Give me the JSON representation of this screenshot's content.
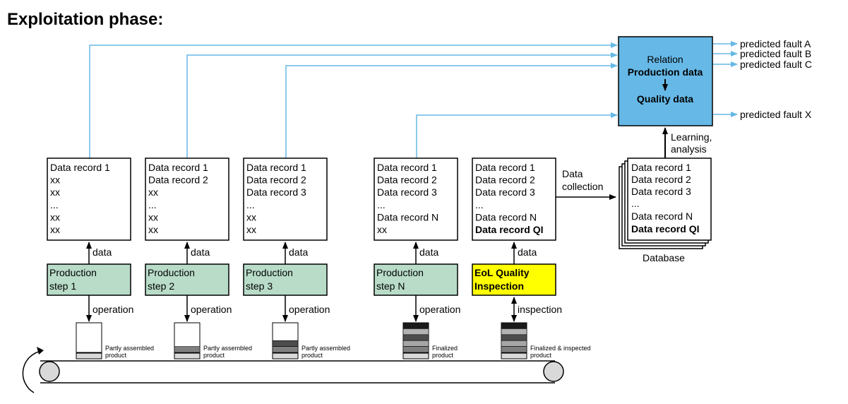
{
  "title": "Exploitation phase:",
  "relation": {
    "line1": "Relation",
    "line2": "Production data",
    "line3": "Quality data"
  },
  "predictions": [
    "predicted fault A",
    "predicted fault B",
    "predicted fault C",
    "predicted fault X"
  ],
  "learning_label": [
    "Learning,",
    "analysis"
  ],
  "collection_label": [
    "Data",
    "collection"
  ],
  "database": {
    "records": [
      "Data record 1",
      "Data record 2",
      "Data record 3",
      "...",
      "Data record N"
    ],
    "qi_record": "Data record QI",
    "label": "Database"
  },
  "columns": [
    {
      "records": [
        "Data record 1",
        "xx",
        "xx",
        "...",
        "xx",
        "xx"
      ],
      "data_label": "data",
      "step": [
        "Production",
        "step 1"
      ],
      "action": "operation",
      "product": [
        "Partly assembled",
        "product"
      ],
      "product_bands": [
        "#ffffff",
        "#ffffff",
        "#ffffff",
        "#ffffff",
        "#ffffff"
      ]
    },
    {
      "records": [
        "Data record 1",
        "Data record 2",
        "xx",
        "...",
        "xx",
        "xx"
      ],
      "data_label": "data",
      "step": [
        "Production",
        "step 2"
      ],
      "action": "operation",
      "product": [
        "Partly assembled",
        "product"
      ],
      "product_bands": [
        "#ffffff",
        "#ffffff",
        "#ffffff",
        "#ffffff",
        "#7f7f7f"
      ]
    },
    {
      "records": [
        "Data record 1",
        "Data record 2",
        "Data record 3",
        "...",
        "xx",
        "xx"
      ],
      "data_label": "data",
      "step": [
        "Production",
        "step 3"
      ],
      "action": "operation",
      "product": [
        "Partly assembled",
        "product"
      ],
      "product_bands": [
        "#ffffff",
        "#ffffff",
        "#ffffff",
        "#4d4d4d",
        "#7f7f7f"
      ]
    },
    {
      "records": [
        "Data record 1",
        "Data record 2",
        "Data record 3",
        "...",
        "Data record N",
        "xx"
      ],
      "data_label": "data",
      "step": [
        "Production",
        "step N"
      ],
      "action": "operation",
      "product": [
        "Finalized",
        "product"
      ],
      "product_bands": [
        "#1a1a1a",
        "#b3b3b3",
        "#4d4d4d",
        "#a6a6a6",
        "#7f7f7f"
      ]
    },
    {
      "records": [
        "Data record 1",
        "Data record 2",
        "Data record 3",
        "...",
        "Data record N"
      ],
      "qi_record": "Data record QI",
      "data_label": "data",
      "step": [
        "EoL Quality",
        "Inspection"
      ],
      "action": "inspection",
      "product": [
        "Finalized & inspected",
        "product"
      ],
      "product_bands": [
        "#1a1a1a",
        "#b3b3b3",
        "#4d4d4d",
        "#a6a6a6",
        "#7f7f7f"
      ]
    }
  ],
  "colors": {
    "relation_fill": "#66b8e6",
    "step_fill": "#b8dcc8",
    "eol_fill": "#ffff00",
    "link_line": "#66b8e6",
    "base_band": "#d9d9d9"
  }
}
